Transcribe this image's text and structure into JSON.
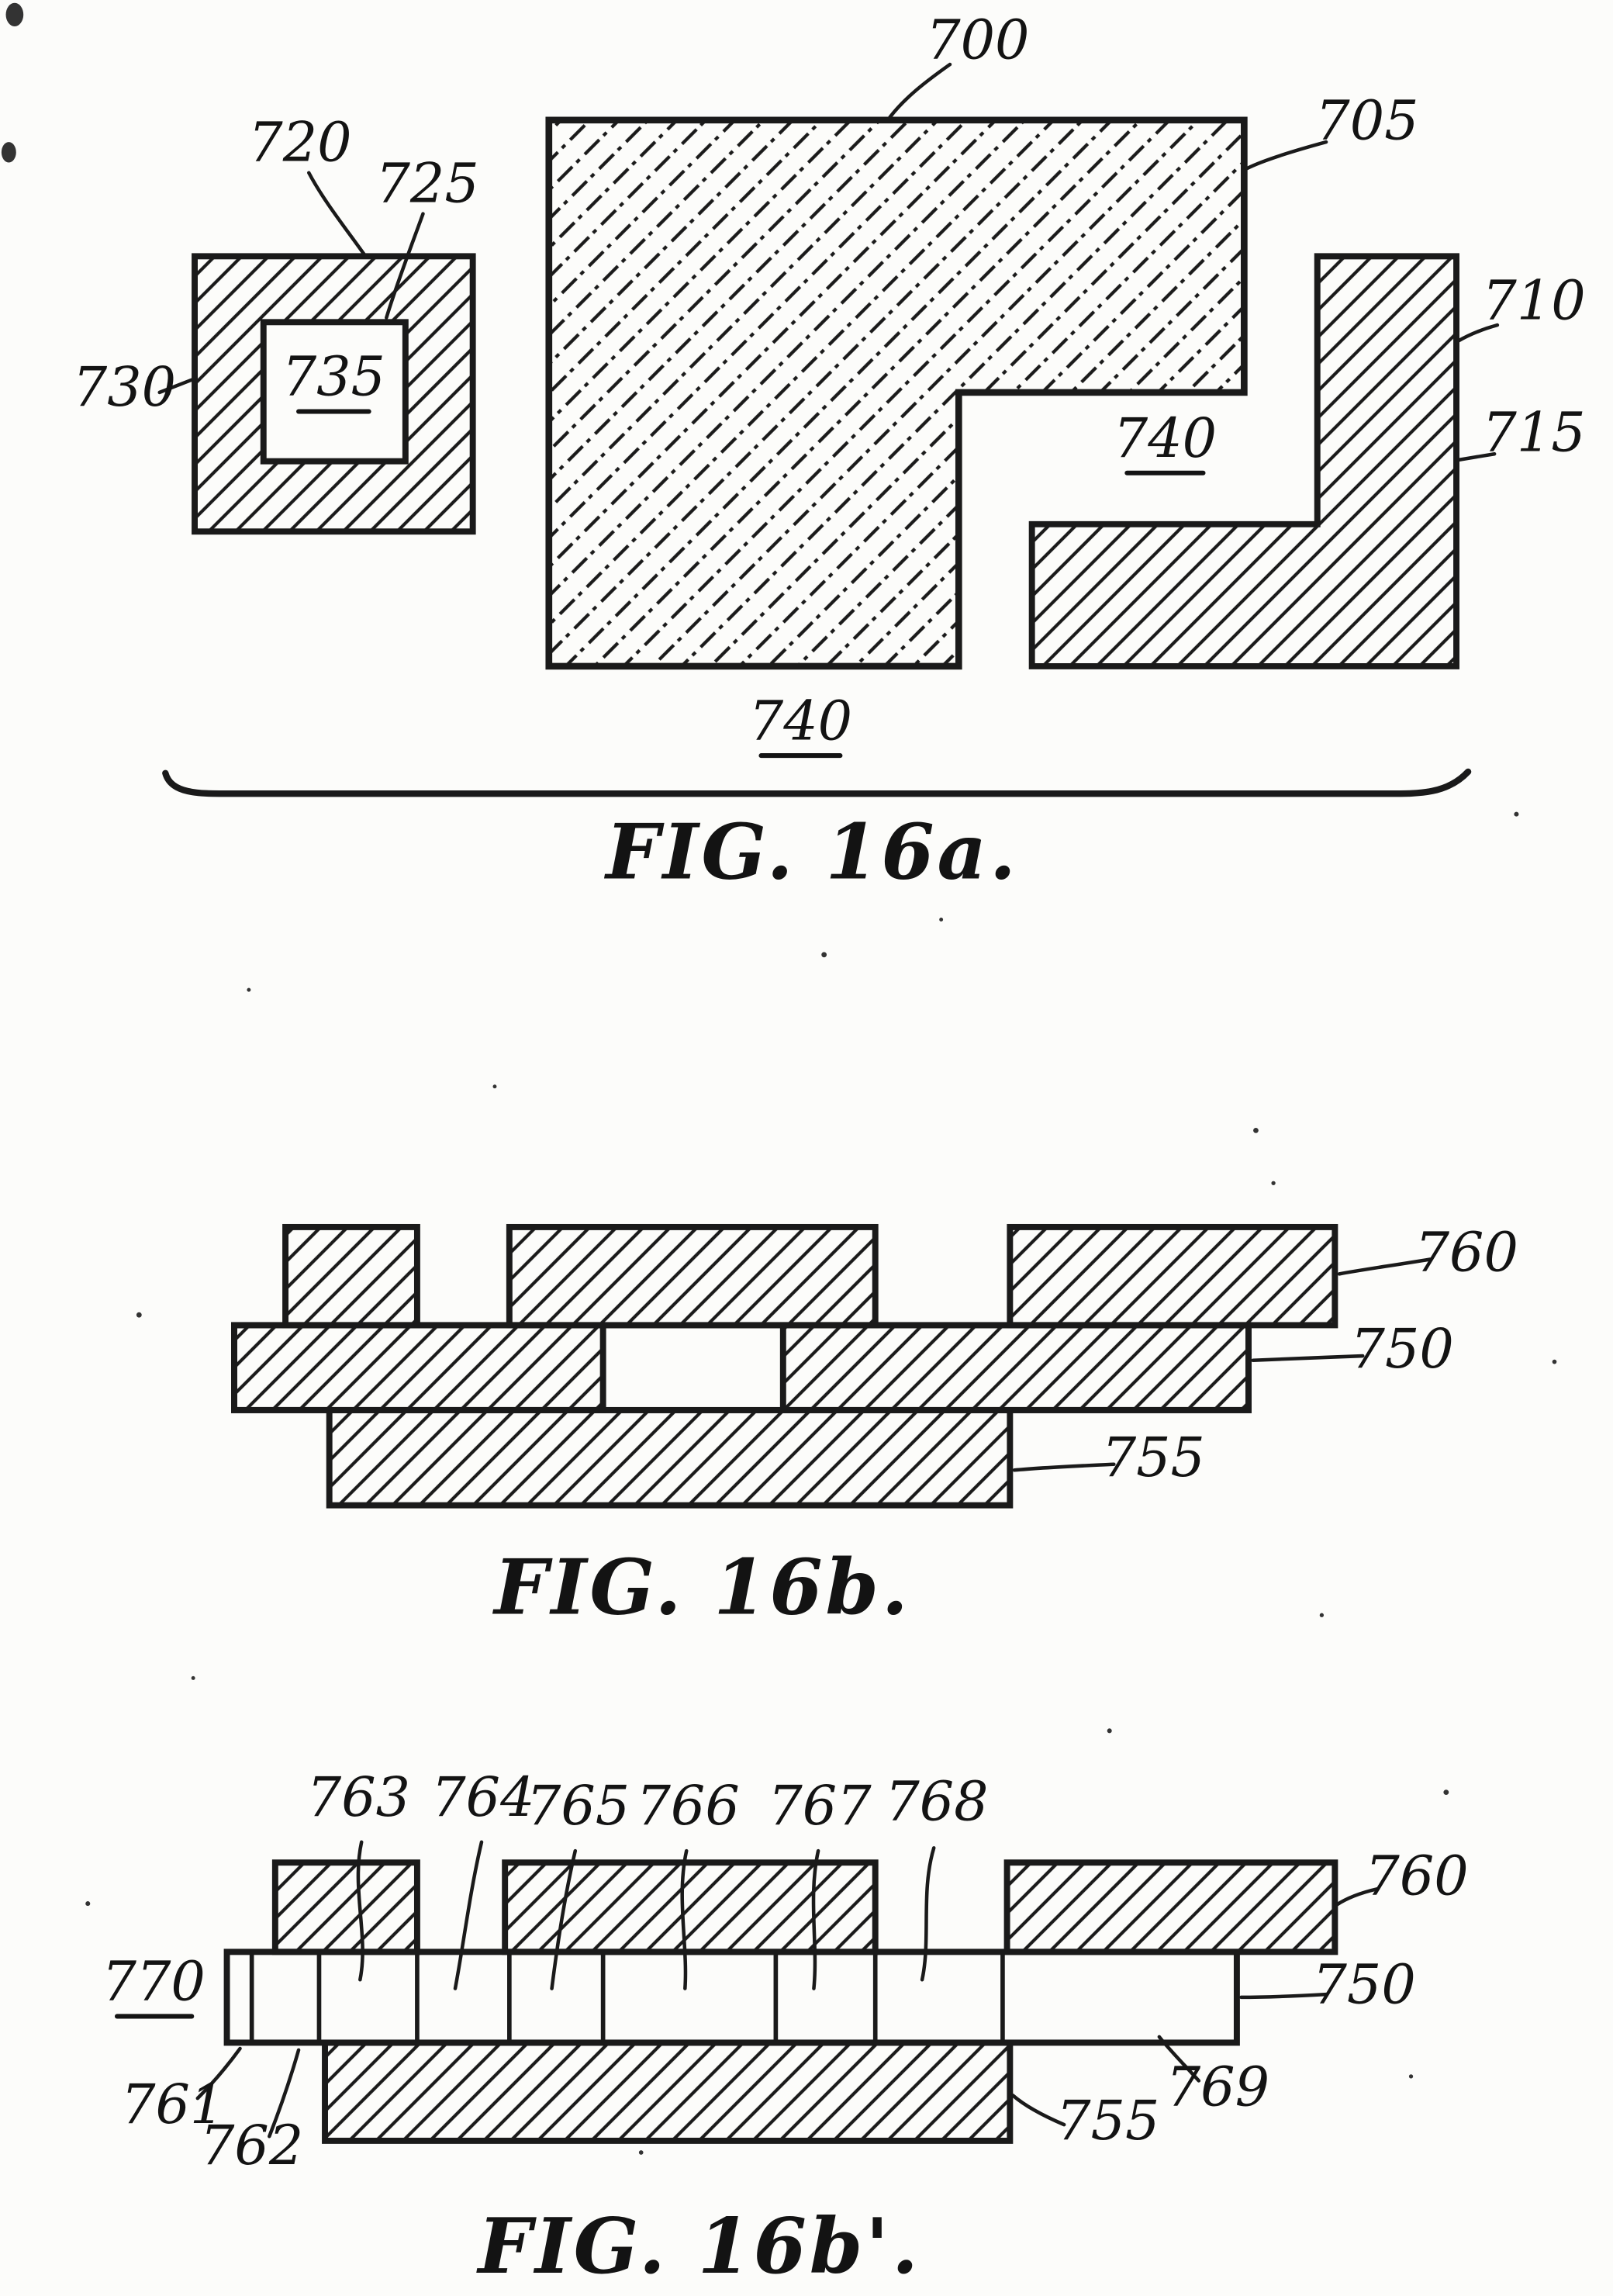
{
  "page": {
    "paper_color": "#fcfcfa",
    "ink_color": "#1a1a1a"
  },
  "fig16a": {
    "caption": "FIG. 16a.",
    "labels": {
      "l700": "700",
      "l705": "705",
      "l710": "710",
      "l715": "715",
      "l720": "720",
      "l725": "725",
      "l730": "730",
      "l735": "735",
      "l740_gap": "740",
      "l740_bottom": "740"
    }
  },
  "fig16b": {
    "caption": "FIG. 16b.",
    "labels": {
      "l760": "760",
      "l750": "750",
      "l755": "755"
    }
  },
  "fig16bp": {
    "caption": "FIG. 16b'.",
    "labels": {
      "l760": "760",
      "l750": "750",
      "l755": "755",
      "l770": "770",
      "l761": "761",
      "l762": "762",
      "l763": "763",
      "l764": "764",
      "l765": "765",
      "l766": "766",
      "l767": "767",
      "l768": "768",
      "l769": "769"
    }
  }
}
